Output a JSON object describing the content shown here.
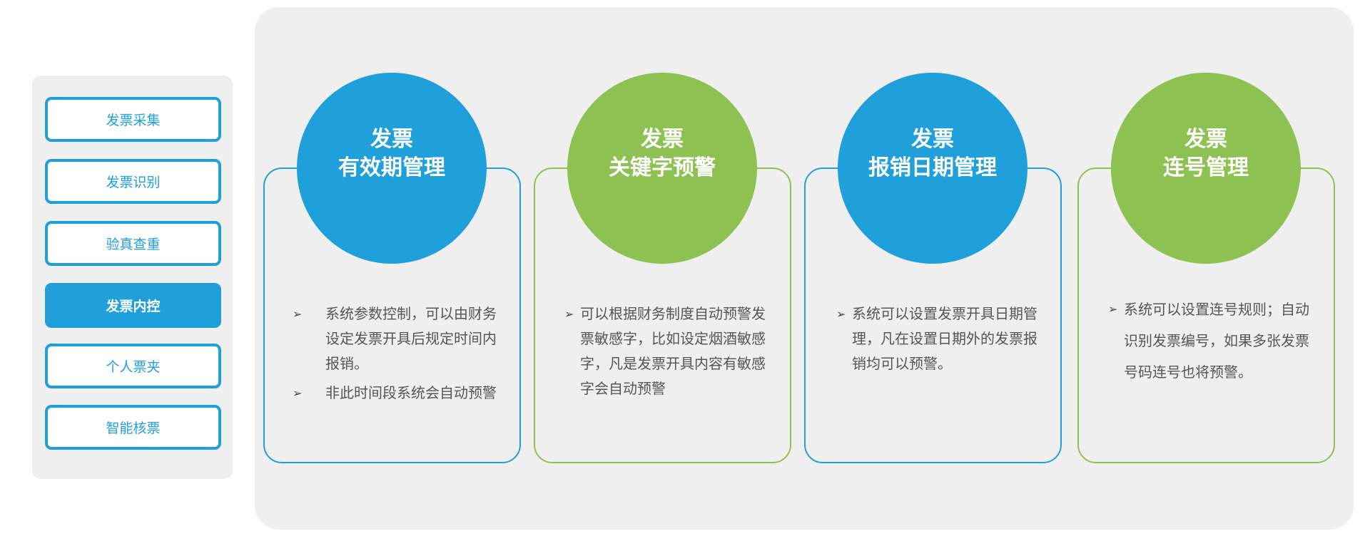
{
  "colors": {
    "blue": "#1fa0db",
    "green": "#8dc152",
    "panel": "#efefef"
  },
  "sidebar": {
    "items": [
      {
        "label": "发票采集"
      },
      {
        "label": "发票识别"
      },
      {
        "label": "验真查重"
      },
      {
        "label": "发票内控",
        "active": true
      },
      {
        "label": "个人票夹"
      },
      {
        "label": "智能核票"
      }
    ]
  },
  "cards": [
    {
      "title1": "发票",
      "title2": "有效期管理",
      "color": "blue",
      "bullets": [
        "系统参数控制，可以由财务设定发票开具后规定时间内报销。",
        "非此时间段系统会自动预警"
      ]
    },
    {
      "title1": "发票",
      "title2": "关键字预警",
      "color": "green",
      "bullets": [
        "可以根据财务制度自动预警发票敏感字，比如设定烟酒敏感字，凡是发票开具内容有敏感字会自动预警"
      ]
    },
    {
      "title1": "发票",
      "title2": "报销日期管理",
      "color": "blue",
      "bullets": [
        "系统可以设置发票开具日期管理，凡在设置日期外的发票报销均可以预警。"
      ]
    },
    {
      "title1": "发票",
      "title2": "连号管理",
      "color": "green",
      "bullets": [
        "系统可以设置连号规则；自动识别发票编号，如果多张发票号码连号也将预警。"
      ]
    }
  ],
  "bullet_icon": "arrowhead-bullet-icon"
}
